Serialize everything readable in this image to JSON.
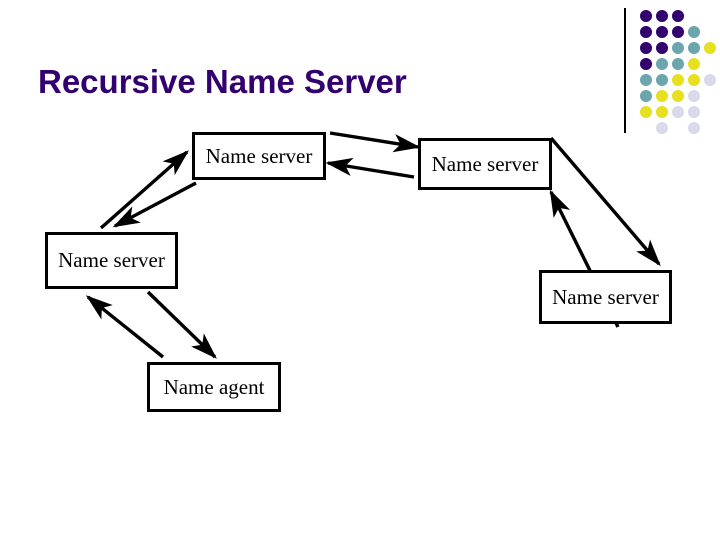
{
  "slide": {
    "title": "Recursive Name Server",
    "title_color": "#33006F",
    "background_color": "#FFFFFF"
  },
  "decoration": {
    "name": "dot-grid-motif",
    "rule_color": "#000000",
    "colors": {
      "purple": "#33006F",
      "teal": "#6BA6AC",
      "yellow": "#E6E01E",
      "lavender": "#D9D9EC"
    },
    "dots": [
      {
        "col": 0,
        "row": 0,
        "color": "#33006F"
      },
      {
        "col": 1,
        "row": 0,
        "color": "#33006F"
      },
      {
        "col": 2,
        "row": 0,
        "color": "#33006F"
      },
      {
        "col": 0,
        "row": 1,
        "color": "#33006F"
      },
      {
        "col": 1,
        "row": 1,
        "color": "#33006F"
      },
      {
        "col": 2,
        "row": 1,
        "color": "#33006F"
      },
      {
        "col": 3,
        "row": 1,
        "color": "#6BA6AC"
      },
      {
        "col": 0,
        "row": 2,
        "color": "#33006F"
      },
      {
        "col": 1,
        "row": 2,
        "color": "#33006F"
      },
      {
        "col": 2,
        "row": 2,
        "color": "#6BA6AC"
      },
      {
        "col": 3,
        "row": 2,
        "color": "#6BA6AC"
      },
      {
        "col": 4,
        "row": 2,
        "color": "#E6E01E"
      },
      {
        "col": 0,
        "row": 3,
        "color": "#33006F"
      },
      {
        "col": 1,
        "row": 3,
        "color": "#6BA6AC"
      },
      {
        "col": 2,
        "row": 3,
        "color": "#6BA6AC"
      },
      {
        "col": 3,
        "row": 3,
        "color": "#E6E01E"
      },
      {
        "col": 0,
        "row": 4,
        "color": "#6BA6AC"
      },
      {
        "col": 1,
        "row": 4,
        "color": "#6BA6AC"
      },
      {
        "col": 2,
        "row": 4,
        "color": "#E6E01E"
      },
      {
        "col": 3,
        "row": 4,
        "color": "#E6E01E"
      },
      {
        "col": 4,
        "row": 4,
        "color": "#D9D9EC"
      },
      {
        "col": 0,
        "row": 5,
        "color": "#6BA6AC"
      },
      {
        "col": 1,
        "row": 5,
        "color": "#E6E01E"
      },
      {
        "col": 2,
        "row": 5,
        "color": "#E6E01E"
      },
      {
        "col": 3,
        "row": 5,
        "color": "#D9D9EC"
      },
      {
        "col": 0,
        "row": 6,
        "color": "#E6E01E"
      },
      {
        "col": 1,
        "row": 6,
        "color": "#E6E01E"
      },
      {
        "col": 2,
        "row": 6,
        "color": "#D9D9EC"
      },
      {
        "col": 3,
        "row": 6,
        "color": "#D9D9EC"
      },
      {
        "col": 1,
        "row": 7,
        "color": "#D9D9EC"
      },
      {
        "col": 3,
        "row": 7,
        "color": "#D9D9EC"
      }
    ]
  },
  "diagram": {
    "name": "recursive-name-resolution-diagram",
    "line_color": "#000000",
    "nodes": [
      {
        "id": "ns-top-left",
        "label": "Name server"
      },
      {
        "id": "ns-top-right",
        "label": "Name server"
      },
      {
        "id": "ns-mid-left",
        "label": "Name server"
      },
      {
        "id": "ns-mid-right",
        "label": "Name server"
      },
      {
        "id": "name-agent",
        "label": "Name agent"
      }
    ],
    "arrows": [
      {
        "id": "agent-to-ns-mid-left",
        "direction": "up-left"
      },
      {
        "id": "ns-mid-left-to-ns-top-left",
        "direction": "up-right"
      },
      {
        "id": "ns-top-left-to-ns-top-right",
        "direction": "right"
      },
      {
        "id": "ns-top-right-to-ns-mid-right",
        "direction": "down-right"
      },
      {
        "id": "ns-mid-right-to-ns-top-right",
        "direction": "up-left"
      },
      {
        "id": "ns-top-right-to-ns-top-left",
        "direction": "left"
      },
      {
        "id": "ns-top-left-to-ns-mid-left",
        "direction": "down-left"
      },
      {
        "id": "ns-mid-left-to-agent",
        "direction": "down-right"
      }
    ]
  }
}
